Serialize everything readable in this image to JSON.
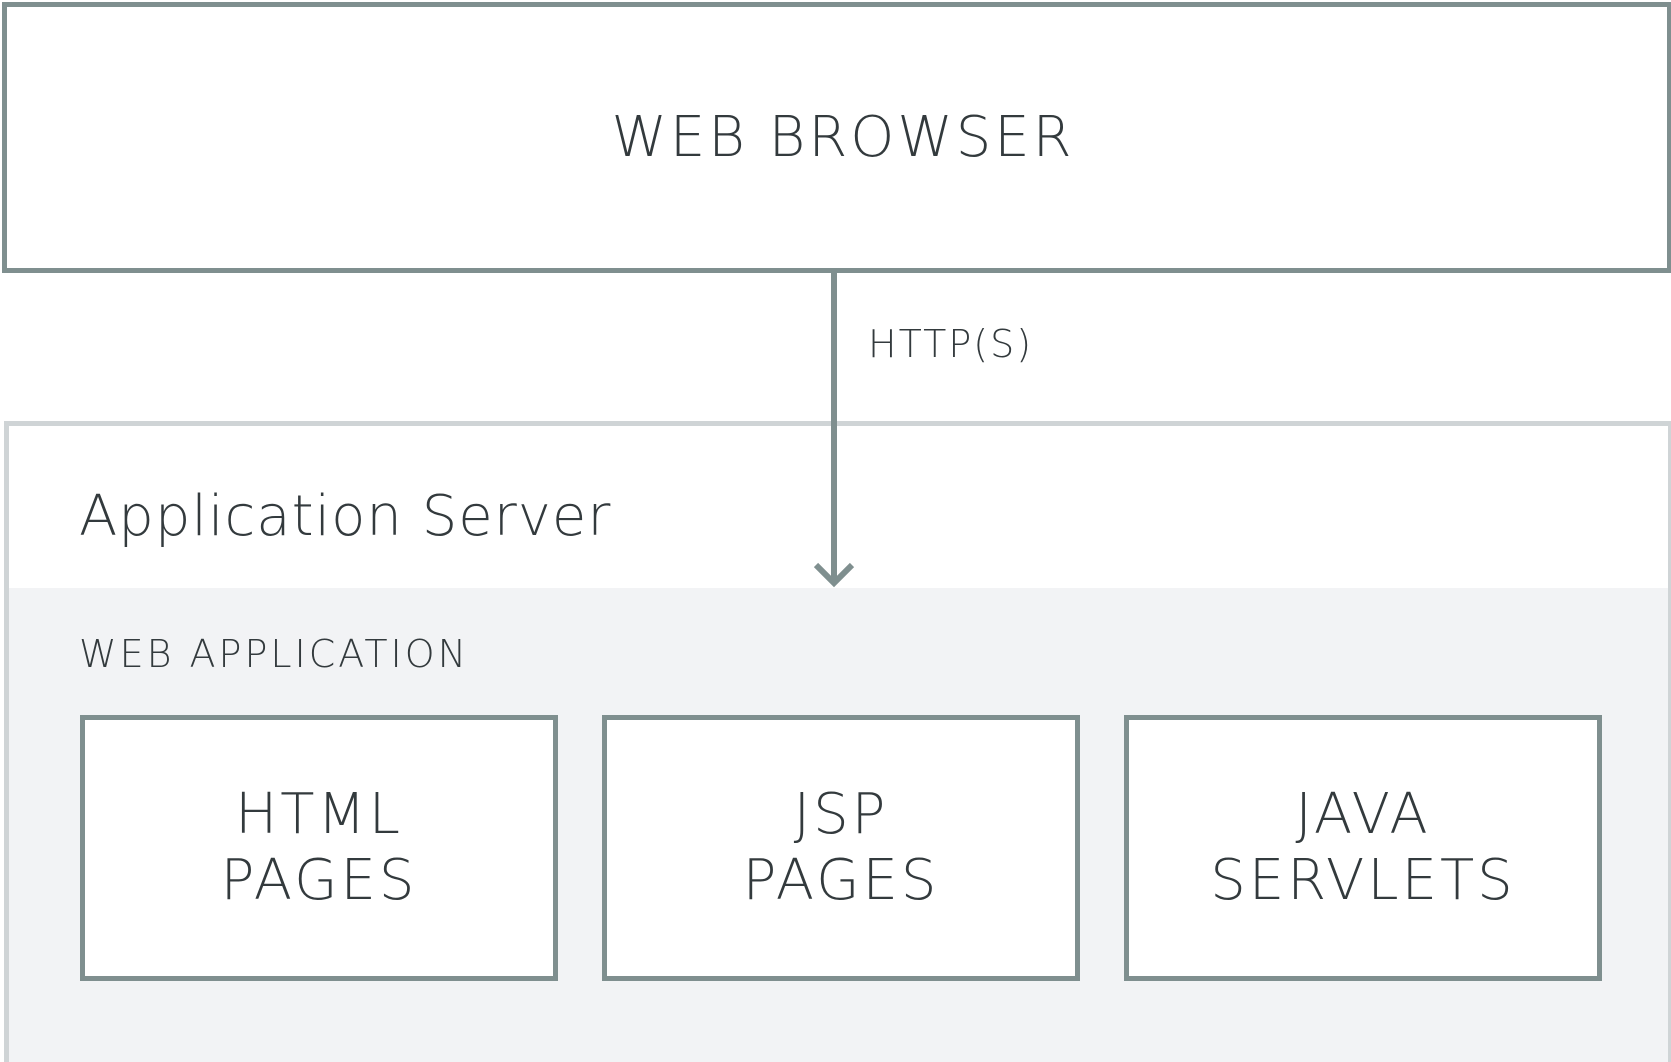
{
  "browser": {
    "label": "WEB BROWSER"
  },
  "connection": {
    "protocol": "HTTP(S)"
  },
  "server": {
    "title": "Application Server",
    "web_application": {
      "label": "WEB APPLICATION",
      "components": [
        {
          "line1": "HTML",
          "line2": "PAGES"
        },
        {
          "line1": "JSP",
          "line2": "PAGES"
        },
        {
          "line1": "JAVA",
          "line2": "SERVLETS"
        }
      ]
    }
  },
  "colors": {
    "box_border": "#7f8f8f",
    "server_border": "#cfd4d6",
    "webapp_background": "#f2f3f5",
    "text": "#333a3d"
  }
}
